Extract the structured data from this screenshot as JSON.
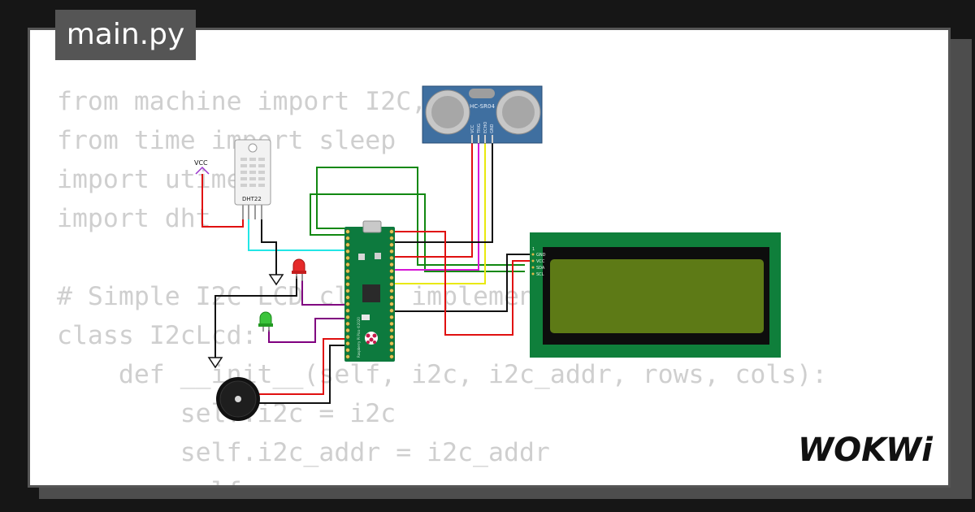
{
  "file_tab": {
    "title": "main.py"
  },
  "code": {
    "lines": [
      "from machine import I2C, Pin",
      "from time import sleep",
      "import utime",
      "import dht",
      "",
      "# Simple I2C LCD class implementation",
      "class I2cLcd:",
      "    def __init__(self, i2c, i2c_addr, rows, cols):",
      "        self.i2c = i2c",
      "        self.i2c_addr = i2c_addr",
      "        self."
    ]
  },
  "components": {
    "hcsr04": {
      "label": "HC-SR04",
      "pins": [
        "VCC",
        "TRIG",
        "ECHO",
        "GND"
      ]
    },
    "dht22": {
      "label": "DHT22"
    },
    "vcc_label": "VCC",
    "lcd": {
      "pins": [
        "GND",
        "VCC",
        "SDA",
        "SCL"
      ],
      "pin1": "1"
    },
    "pico": {
      "label": "Raspberry Pi Pico ©2020"
    }
  },
  "logo": {
    "text": "WOKWi"
  },
  "colors": {
    "background": "#161616",
    "card": "#ffffff",
    "tab": "#555555",
    "code": "#cfcfcf",
    "pico": "#0d7a3e",
    "lcd_frame": "#0f7f3b",
    "lcd_screen": "#5d7a16",
    "hcsr04": "#3f6fa0"
  }
}
